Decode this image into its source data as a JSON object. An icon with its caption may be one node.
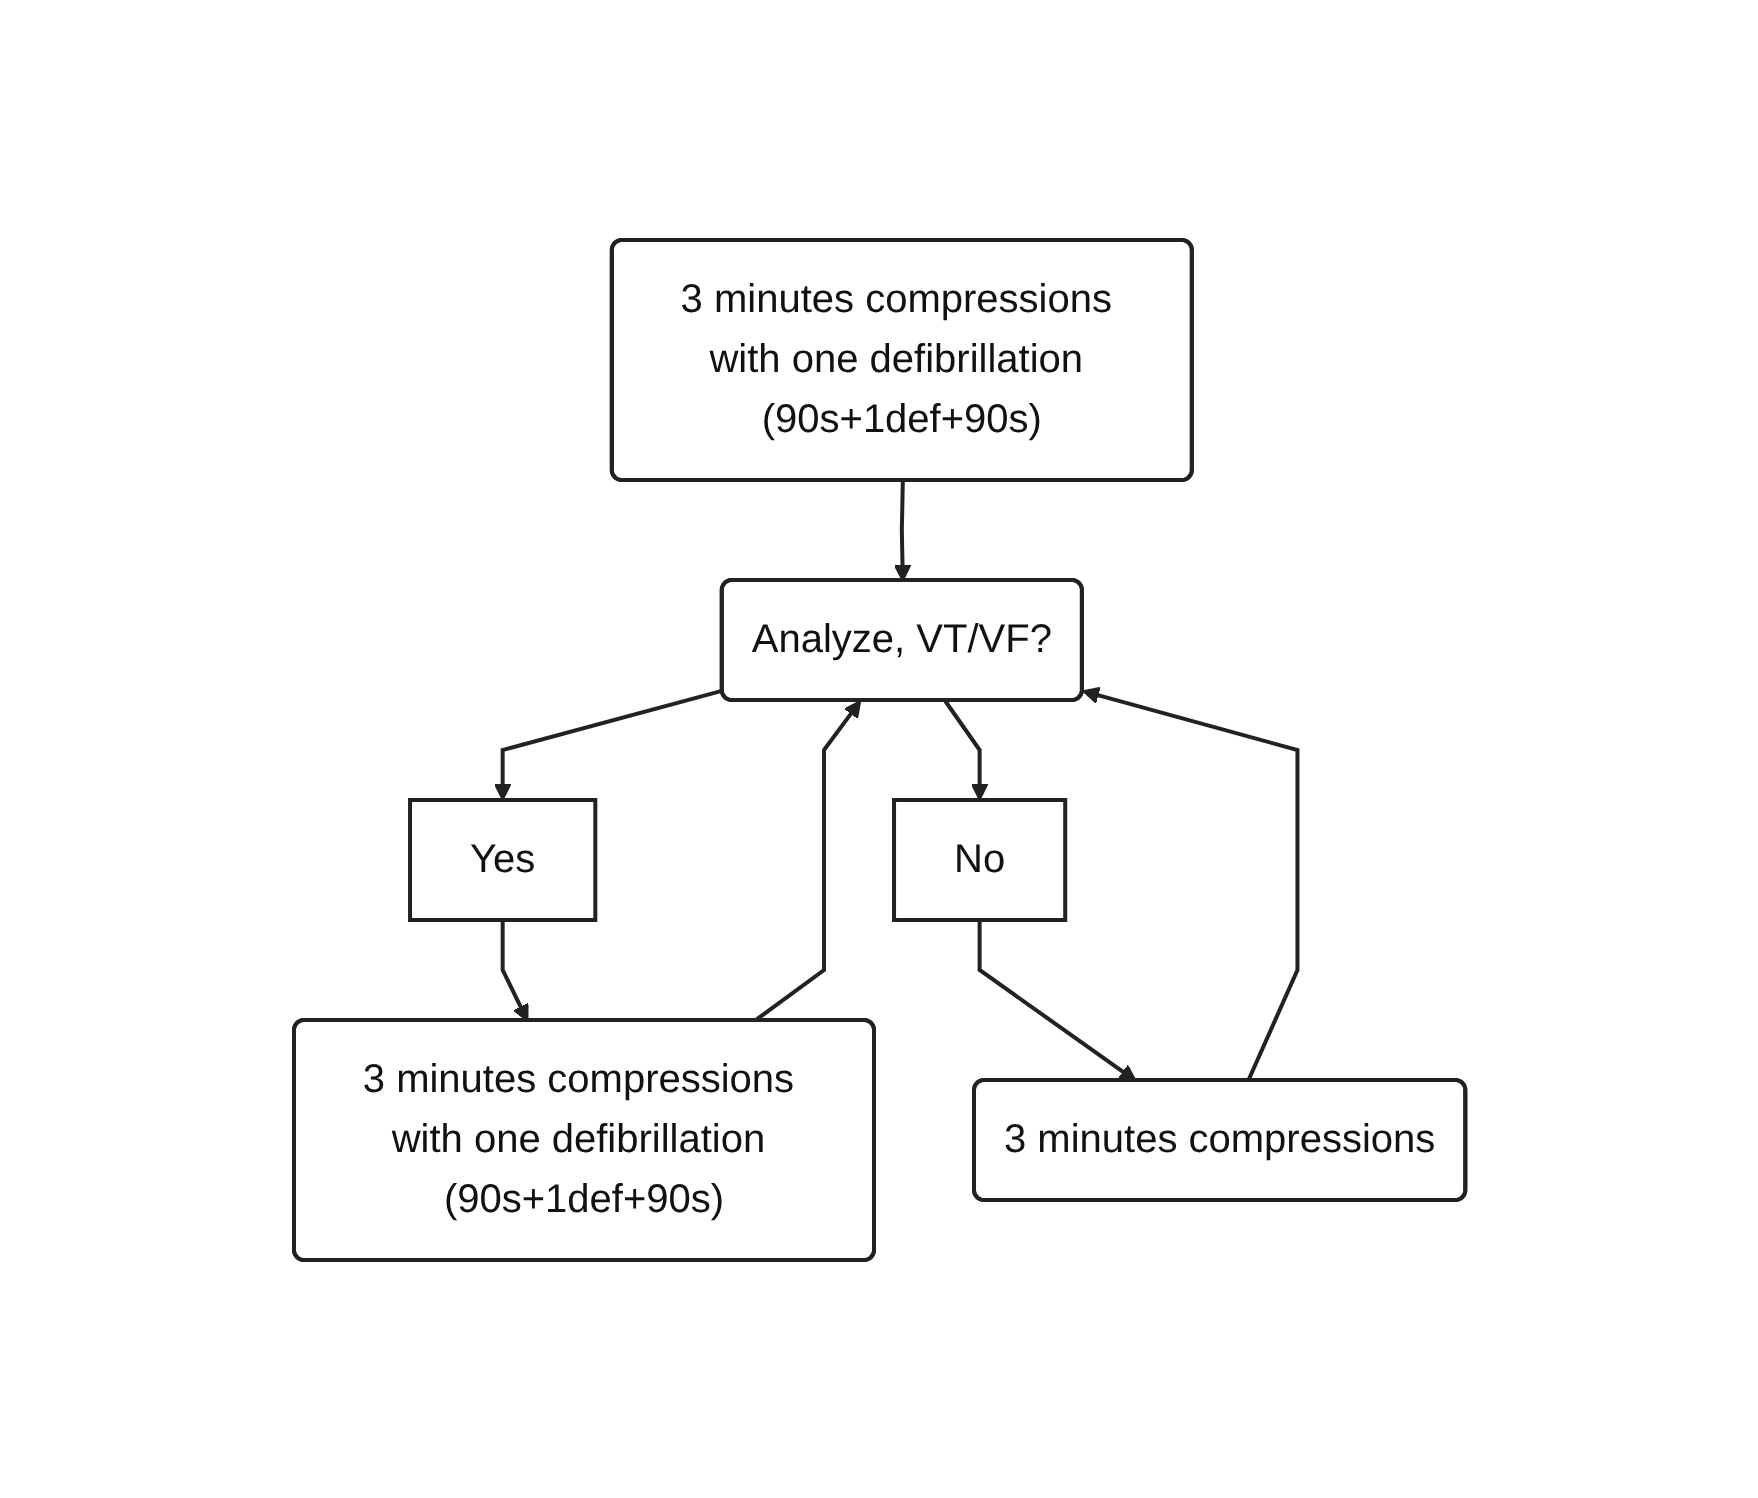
{
  "diagram": {
    "nodes": [
      {
        "text": [
          "3 minutes compressions with one defibrillation (90s+1def+90s)"
        ]
      },
      {
        "text": [
          "Analyze, VT/VF?"
        ]
      },
      {
        "text": [
          "Yes"
        ]
      },
      {
        "text": [
          "No"
        ]
      },
      {
        "text": [
          "3 minutes compressions with one defibrillation (90s+1def+90s)"
        ]
      },
      {
        "text": [
          "3 minutes compressions"
        ]
      }
    ],
    "edges": [
      {
        "from": 0,
        "to": 1,
        "arrow": "to"
      },
      {
        "from": 1,
        "to": 2,
        "arrow": "to"
      },
      {
        "from": 1,
        "to": 3,
        "arrow": "to"
      },
      {
        "from": 2,
        "to": 4,
        "arrow": "to"
      },
      {
        "from": 3,
        "to": 5,
        "arrow": "to"
      },
      {
        "from": 4,
        "to": 1,
        "arrow": "to"
      },
      {
        "from": 5,
        "to": 1,
        "arrow": "to"
      }
    ]
  }
}
